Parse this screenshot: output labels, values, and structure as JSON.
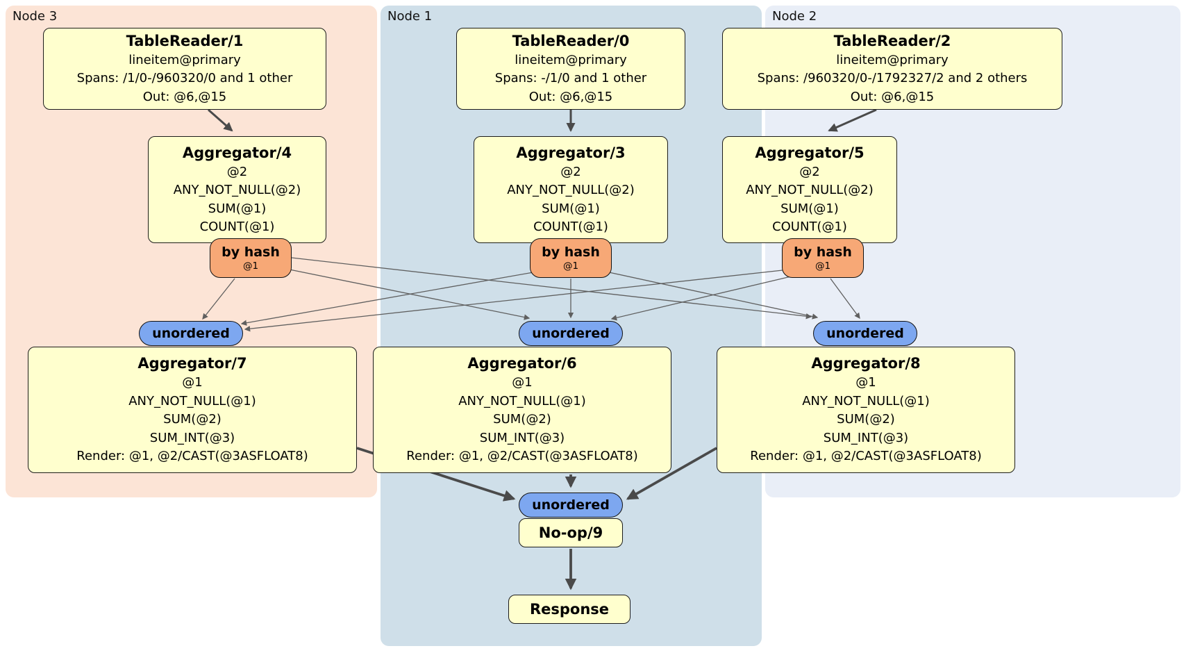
{
  "panels": [
    {
      "label": "Node 3"
    },
    {
      "label": "Node 1"
    },
    {
      "label": "Node 2"
    }
  ],
  "processors": {
    "tr1": {
      "title": "TableReader/1",
      "lines": [
        "lineitem@primary",
        "Spans: /1/0-/960320/0 and 1 other",
        "Out: @6,@15"
      ]
    },
    "tr0": {
      "title": "TableReader/0",
      "lines": [
        "lineitem@primary",
        "Spans: -/1/0 and 1 other",
        "Out: @6,@15"
      ]
    },
    "tr2": {
      "title": "TableReader/2",
      "lines": [
        "lineitem@primary",
        "Spans: /960320/0-/1792327/2 and 2 others",
        "Out: @6,@15"
      ]
    },
    "agg4": {
      "title": "Aggregator/4",
      "lines": [
        "@2",
        "ANY_NOT_NULL(@2)",
        "SUM(@1)",
        "COUNT(@1)"
      ]
    },
    "agg3": {
      "title": "Aggregator/3",
      "lines": [
        "@2",
        "ANY_NOT_NULL(@2)",
        "SUM(@1)",
        "COUNT(@1)"
      ]
    },
    "agg5": {
      "title": "Aggregator/5",
      "lines": [
        "@2",
        "ANY_NOT_NULL(@2)",
        "SUM(@1)",
        "COUNT(@1)"
      ]
    },
    "agg7": {
      "title": "Aggregator/7",
      "lines": [
        "@1",
        "ANY_NOT_NULL(@1)",
        "SUM(@2)",
        "SUM_INT(@3)",
        "Render: @1, @2/CAST(@3ASFLOAT8)"
      ]
    },
    "agg6": {
      "title": "Aggregator/6",
      "lines": [
        "@1",
        "ANY_NOT_NULL(@1)",
        "SUM(@2)",
        "SUM_INT(@3)",
        "Render: @1, @2/CAST(@3ASFLOAT8)"
      ]
    },
    "agg8": {
      "title": "Aggregator/8",
      "lines": [
        "@1",
        "ANY_NOT_NULL(@1)",
        "SUM(@2)",
        "SUM_INT(@3)",
        "Render: @1, @2/CAST(@3ASFLOAT8)"
      ]
    },
    "noop": {
      "title": "No-op/9"
    },
    "response": {
      "title": "Response"
    }
  },
  "routers": {
    "by_hash": {
      "label": "by hash",
      "detail": "@1"
    },
    "sync_unordered": {
      "label": "unordered"
    }
  },
  "colors": {
    "node3_bg": "#fce4d6",
    "node1_bg": "#cfdfe9",
    "node2_bg": "#e9eef7",
    "processor_fill": "#ffffce",
    "router_fill": "#f7a876",
    "sync_fill": "#7da7f0",
    "edge_thin": "#5f5f5f",
    "edge_thick": "#4a4a4a"
  }
}
